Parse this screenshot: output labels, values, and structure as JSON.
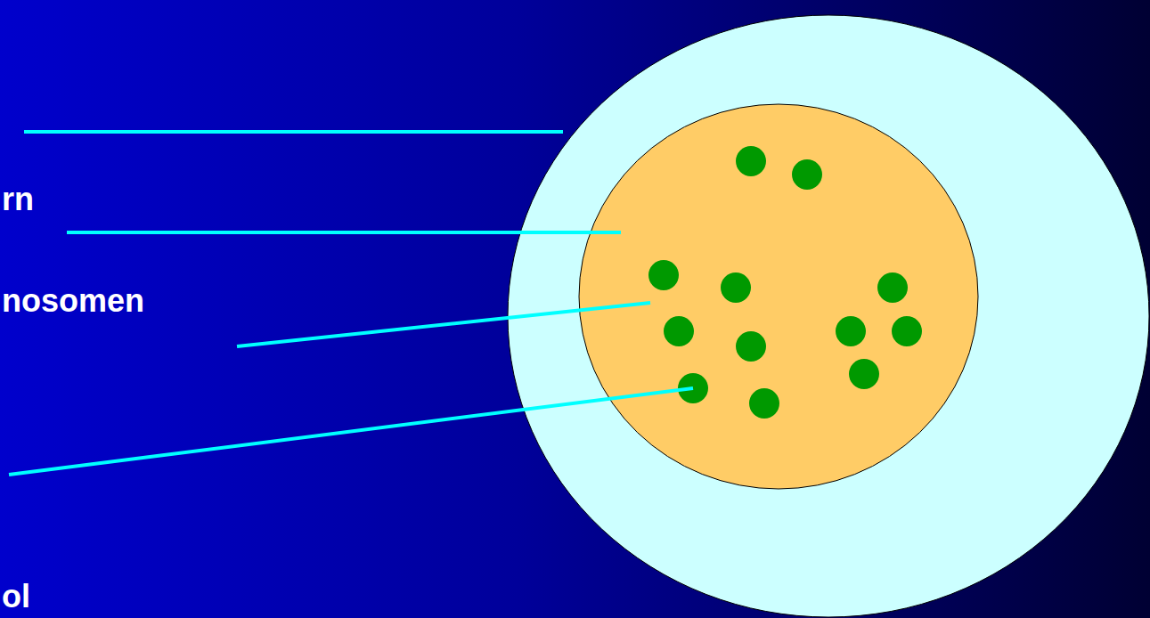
{
  "diagram": {
    "labels": [
      "rn",
      "nosomen",
      "ol"
    ]
  }
}
